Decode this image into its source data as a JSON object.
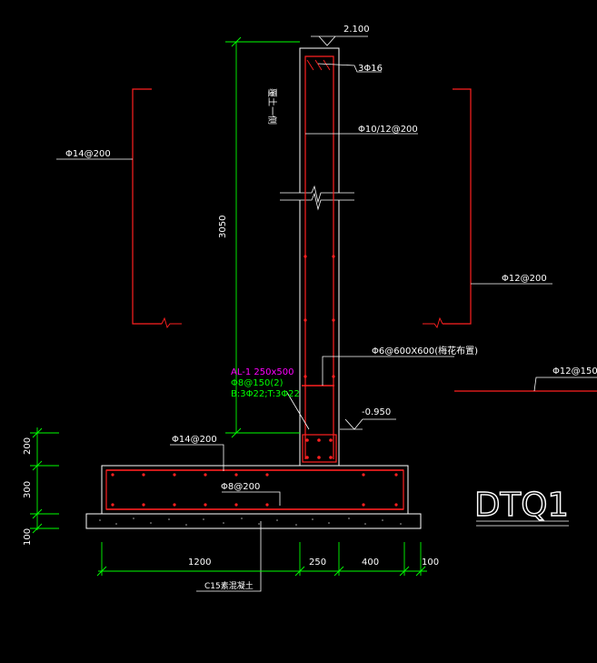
{
  "drawing": {
    "title": "DTQ1",
    "elevation_top": "2.100",
    "elevation_ground": "-0.950",
    "side_label": "覆土一侧",
    "height_label": "3050",
    "top_rebar": "3Φ16",
    "vertical_rebar": "Φ10/12@200",
    "left_horizontal_rebar": "Φ14@200",
    "right_horizontal_rebar": "Φ12@200",
    "far_right_rebar": "Φ12@150",
    "tie_rebar": "Φ6@600X600(梅花布置)",
    "footing_top_rebar": "Φ14@200",
    "footing_dist_rebar": "Φ8@200",
    "beam": {
      "name": "AL-1 250x500",
      "stirrup": "Φ8@150(2)",
      "main": "B:3Φ22;T:3Φ22"
    },
    "vertical_dims": [
      "200",
      "300",
      "100"
    ],
    "horizontal_dims": [
      "1200",
      "250",
      "400",
      "100"
    ],
    "cushion_label": "C15素混凝土"
  },
  "colors": {
    "background": "#000000",
    "dimension": "#00ff00",
    "concrete": "#ffffff",
    "rebar": "#ff2020",
    "annotation": "#ff00ff"
  }
}
